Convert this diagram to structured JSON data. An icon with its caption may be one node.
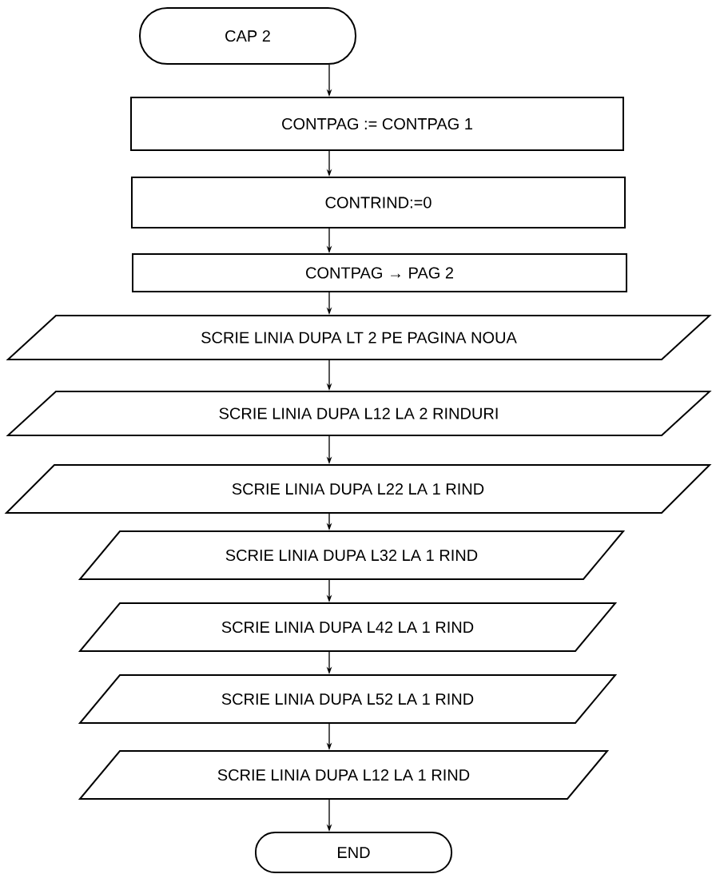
{
  "diagram": {
    "nodes": [
      {
        "text": [
          "CAP 2"
        ]
      },
      {
        "text": [
          "CONTPAG := CONTPAG 1"
        ]
      },
      {
        "text": [
          "CONTRIND:=0"
        ]
      },
      {
        "text": [
          "CONTPAG → PAG 2"
        ]
      },
      {
        "text": [
          "SCRIE LINIA DUPA LT 2 PE PAGINA NOUA"
        ]
      },
      {
        "text": [
          "SCRIE LINIA DUPA L12 LA 2 RINDURI"
        ]
      },
      {
        "text": [
          "SCRIE LINIA DUPA L22 LA 1 RIND"
        ]
      },
      {
        "text": [
          "SCRIE LINIA DUPA L32 LA 1 RIND"
        ]
      },
      {
        "text": [
          "SCRIE LINIA DUPA L42 LA 1 RIND"
        ]
      },
      {
        "text": [
          "SCRIE LINIA DUPA L52 LA 1 RIND"
        ]
      },
      {
        "text": [
          "SCRIE LINIA DUPA L12 LA 1 RIND"
        ]
      },
      {
        "text": [
          "END"
        ]
      }
    ],
    "edges": [
      {
        "from": 0,
        "to": 1,
        "arrow": "to"
      },
      {
        "from": 1,
        "to": 2,
        "arrow": "to"
      },
      {
        "from": 2,
        "to": 3,
        "arrow": "to"
      },
      {
        "from": 3,
        "to": 4,
        "arrow": "to"
      },
      {
        "from": 4,
        "to": 5,
        "arrow": "to"
      },
      {
        "from": 5,
        "to": 6,
        "arrow": "to"
      },
      {
        "from": 6,
        "to": 7,
        "arrow": "to"
      },
      {
        "from": 7,
        "to": 8,
        "arrow": "to"
      },
      {
        "from": 8,
        "to": 9,
        "arrow": "to"
      },
      {
        "from": 9,
        "to": 10,
        "arrow": "to"
      },
      {
        "from": 10,
        "to": 11,
        "arrow": "to"
      }
    ]
  }
}
